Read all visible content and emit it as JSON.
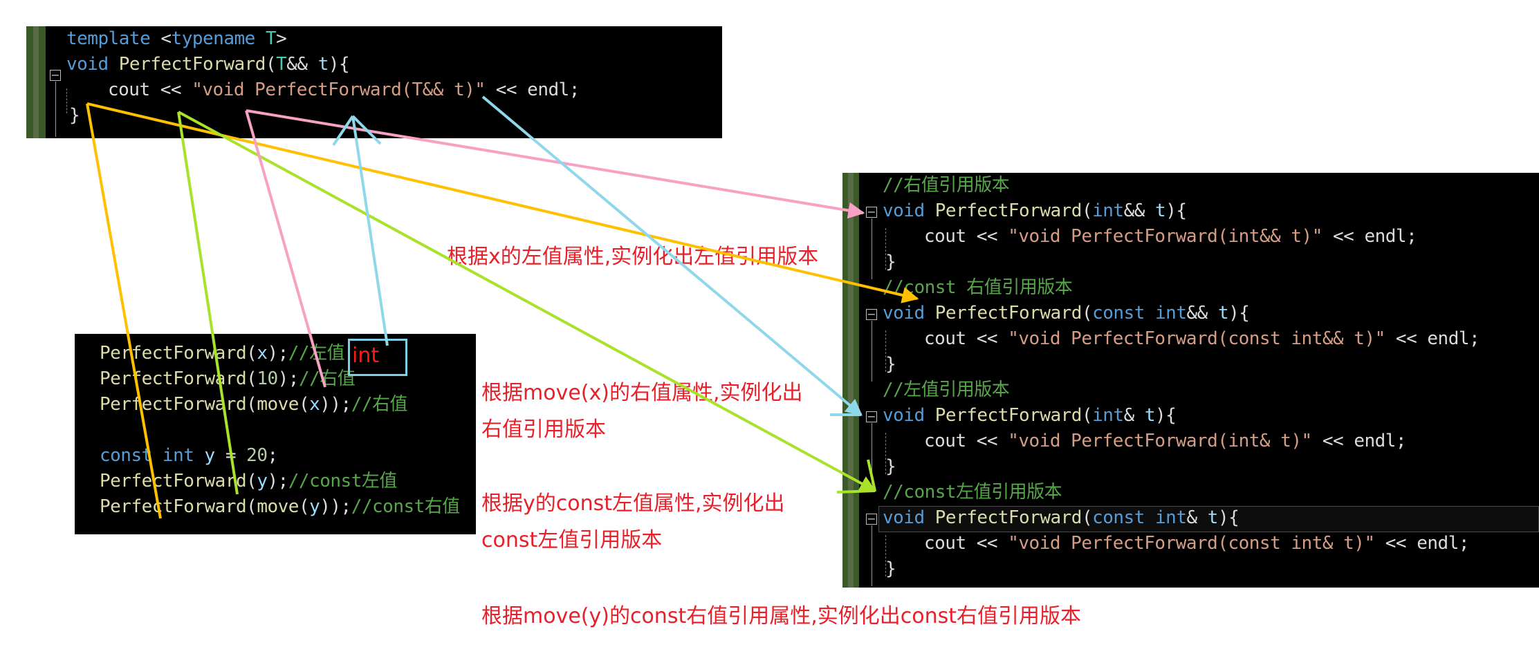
{
  "top_panel": {
    "lines": [
      [
        {
          "t": "template ",
          "c": "kw"
        },
        {
          "t": "<",
          "c": "plain"
        },
        {
          "t": "typename ",
          "c": "kw"
        },
        {
          "t": "T",
          "c": "ty"
        },
        {
          "t": ">",
          "c": "plain"
        }
      ],
      [
        {
          "t": "void ",
          "c": "kw"
        },
        {
          "t": "PerfectForward",
          "c": "fn"
        },
        {
          "t": "(",
          "c": "plain"
        },
        {
          "t": "T",
          "c": "ty"
        },
        {
          "t": "&& ",
          "c": "plain"
        },
        {
          "t": "t",
          "c": "var"
        },
        {
          "t": "){",
          "c": "plain"
        }
      ],
      [
        {
          "t": "cout ",
          "c": "plain"
        },
        {
          "t": "<< ",
          "c": "plain"
        },
        {
          "t": "\"void PerfectForward(T&& t)\"",
          "c": "str"
        },
        {
          "t": " << endl;",
          "c": "plain"
        }
      ],
      [
        {
          "t": "}",
          "c": "plain"
        }
      ]
    ]
  },
  "calls_panel": {
    "lines": [
      [
        {
          "t": "PerfectForward",
          "c": "fn"
        },
        {
          "t": "(",
          "c": "plain"
        },
        {
          "t": "x",
          "c": "var"
        },
        {
          "t": ");",
          "c": "plain"
        },
        {
          "t": "//左值",
          "c": "cm"
        }
      ],
      [
        {
          "t": "PerfectForward",
          "c": "fn"
        },
        {
          "t": "(",
          "c": "plain"
        },
        {
          "t": "10",
          "c": "num"
        },
        {
          "t": ");",
          "c": "plain"
        },
        {
          "t": "//右值",
          "c": "cm"
        }
      ],
      [
        {
          "t": "PerfectForward",
          "c": "fn"
        },
        {
          "t": "(",
          "c": "plain"
        },
        {
          "t": "move",
          "c": "fn"
        },
        {
          "t": "(",
          "c": "plain"
        },
        {
          "t": "x",
          "c": "var"
        },
        {
          "t": "));",
          "c": "plain"
        },
        {
          "t": "//右值",
          "c": "cm"
        }
      ],
      [],
      [
        {
          "t": "const ",
          "c": "kw"
        },
        {
          "t": "int ",
          "c": "kw"
        },
        {
          "t": "y",
          "c": "var"
        },
        {
          "t": " = ",
          "c": "plain"
        },
        {
          "t": "20",
          "c": "num"
        },
        {
          "t": ";",
          "c": "plain"
        }
      ],
      [
        {
          "t": "PerfectForward",
          "c": "fn"
        },
        {
          "t": "(",
          "c": "plain"
        },
        {
          "t": "y",
          "c": "var"
        },
        {
          "t": ");",
          "c": "plain"
        },
        {
          "t": "//const左值",
          "c": "cm"
        }
      ],
      [
        {
          "t": "PerfectForward",
          "c": "fn"
        },
        {
          "t": "(",
          "c": "plain"
        },
        {
          "t": "move",
          "c": "fn"
        },
        {
          "t": "(",
          "c": "plain"
        },
        {
          "t": "y",
          "c": "var"
        },
        {
          "t": "));",
          "c": "plain"
        },
        {
          "t": "//const右值",
          "c": "cm"
        }
      ]
    ],
    "int_label": "int"
  },
  "right_panel": {
    "lines": [
      [
        {
          "t": "//右值引用版本",
          "c": "cm"
        }
      ],
      [
        {
          "t": "void ",
          "c": "kw"
        },
        {
          "t": "PerfectForward",
          "c": "fn"
        },
        {
          "t": "(",
          "c": "plain"
        },
        {
          "t": "int",
          "c": "kw"
        },
        {
          "t": "&& ",
          "c": "plain"
        },
        {
          "t": "t",
          "c": "var"
        },
        {
          "t": "){",
          "c": "plain"
        }
      ],
      [
        {
          "t": "cout ",
          "c": "plain"
        },
        {
          "t": "<< ",
          "c": "plain"
        },
        {
          "t": "\"void PerfectForward(int&& t)\"",
          "c": "str"
        },
        {
          "t": " << endl;",
          "c": "plain"
        }
      ],
      [
        {
          "t": "}",
          "c": "plain"
        }
      ],
      [
        {
          "t": "//const 右值引用版本",
          "c": "cm"
        }
      ],
      [
        {
          "t": "void ",
          "c": "kw"
        },
        {
          "t": "PerfectForward",
          "c": "fn"
        },
        {
          "t": "(",
          "c": "plain"
        },
        {
          "t": "const ",
          "c": "kw"
        },
        {
          "t": "int",
          "c": "kw"
        },
        {
          "t": "&& ",
          "c": "plain"
        },
        {
          "t": "t",
          "c": "var"
        },
        {
          "t": "){",
          "c": "plain"
        }
      ],
      [
        {
          "t": "cout ",
          "c": "plain"
        },
        {
          "t": "<< ",
          "c": "plain"
        },
        {
          "t": "\"void PerfectForward(const int&& t)\"",
          "c": "str"
        },
        {
          "t": " << endl;",
          "c": "plain"
        }
      ],
      [
        {
          "t": "}",
          "c": "plain"
        }
      ],
      [
        {
          "t": "//左值引用版本",
          "c": "cm"
        }
      ],
      [
        {
          "t": "void ",
          "c": "kw"
        },
        {
          "t": "PerfectForward",
          "c": "fn"
        },
        {
          "t": "(",
          "c": "plain"
        },
        {
          "t": "int",
          "c": "kw"
        },
        {
          "t": "& ",
          "c": "plain"
        },
        {
          "t": "t",
          "c": "var"
        },
        {
          "t": "){",
          "c": "plain"
        }
      ],
      [
        {
          "t": "cout ",
          "c": "plain"
        },
        {
          "t": "<< ",
          "c": "plain"
        },
        {
          "t": "\"void PerfectForward(int& t)\"",
          "c": "str"
        },
        {
          "t": " << endl;",
          "c": "plain"
        }
      ],
      [
        {
          "t": "}",
          "c": "plain"
        }
      ],
      [
        {
          "t": "//const左值引用版本",
          "c": "cm"
        }
      ],
      [
        {
          "t": "void ",
          "c": "kw"
        },
        {
          "t": "PerfectForward",
          "c": "fn"
        },
        {
          "t": "(",
          "c": "plain"
        },
        {
          "t": "const ",
          "c": "kw"
        },
        {
          "t": "int",
          "c": "kw"
        },
        {
          "t": "& ",
          "c": "plain"
        },
        {
          "t": "t",
          "c": "var"
        },
        {
          "t": ")",
          "c": "plain"
        },
        {
          "t": "{",
          "c": "plain"
        }
      ],
      [
        {
          "t": "cout ",
          "c": "plain"
        },
        {
          "t": "<< ",
          "c": "plain"
        },
        {
          "t": "\"void PerfectForward(const int& t)\"",
          "c": "str"
        },
        {
          "t": " << endl;",
          "c": "plain"
        }
      ],
      [
        {
          "t": "}",
          "c": "plain"
        }
      ]
    ]
  },
  "notes": {
    "lvalue_x": "根据x的左值属性,实例化出左值引用版本",
    "move_x_line1": "根据move(x)的右值属性,实例化出",
    "move_x_line2": "右值引用版本",
    "const_y_line1": "根据y的const左值属性,实例化出",
    "const_y_line2": "const左值引用版本",
    "move_y": "根据move(y)的const右值引用属性,实例化出const右值引用版本"
  },
  "colors": {
    "arrow_yellow": "#ffc000",
    "arrow_green": "#a9e22a",
    "arrow_pink": "#f7a1c4",
    "arrow_blue": "#8fd8ea",
    "note_red": "#e8202a"
  }
}
